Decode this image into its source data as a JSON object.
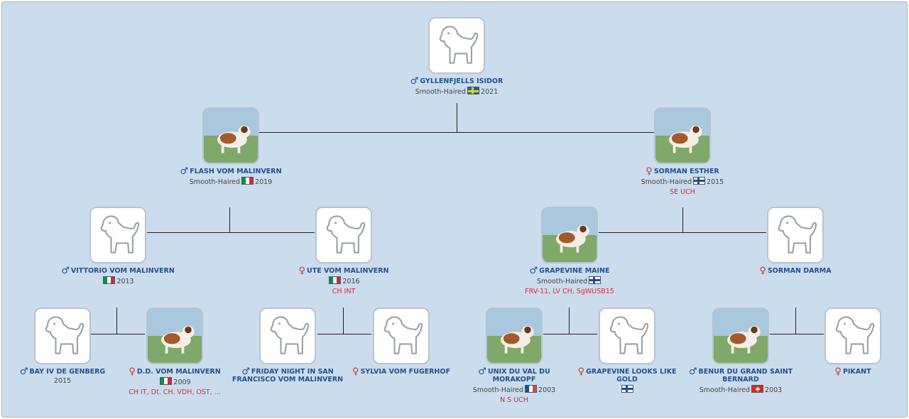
{
  "dogs": {
    "gyllenfjells_isidor": {
      "name": "GYLLENFJELLS ISIDOR",
      "sex": "♂",
      "variety": "Smooth-Haired",
      "flag": "flag-se",
      "year": "2021",
      "titles": ""
    },
    "flash_vom_malinvern": {
      "name": "FLASH VOM MALINVERN",
      "sex": "♂",
      "variety": "Smooth-Haired",
      "flag": "flag-it",
      "year": "2019",
      "titles": ""
    },
    "sorman_esther": {
      "name": "SORMAN ESTHER",
      "sex": "♀",
      "variety": "Smooth-Haired",
      "flag": "flag-fi",
      "year": "2015",
      "titles": "SE UCH"
    },
    "vittorio_vom_malinvern": {
      "name": "VITTORIO VOM MALINVERN",
      "sex": "♂",
      "variety": "",
      "flag": "flag-it",
      "year": "2013",
      "titles": ""
    },
    "ute_vom_malinvern": {
      "name": "UTE VOM MALINVERN",
      "sex": "♀",
      "variety": "",
      "flag": "flag-it",
      "year": "2016",
      "titles": "CH INT"
    },
    "grapevine_maine": {
      "name": "GRAPEVINE MAINE",
      "sex": "♂",
      "variety": "Smooth-Haired",
      "flag": "flag-fi",
      "year": "",
      "titles": "FRV-11, LV CH, SgWUSB15"
    },
    "sorman_darma": {
      "name": "SORMAN DARMA",
      "sex": "♀",
      "variety": "",
      "flag": "",
      "year": "",
      "titles": ""
    },
    "bay_iv_de_genberg": {
      "name": "BAY IV DE GENBERG",
      "sex": "♂",
      "variety": "",
      "flag": "",
      "year": "2015",
      "titles": ""
    },
    "dd_vom_malinvern": {
      "name": "D.D. VOM MALINVERN",
      "sex": "♀",
      "variety": "",
      "flag": "flag-it",
      "year": "2009",
      "titles": "CH IT, Dt. CH. VDH, OST, ..."
    },
    "friday_night": {
      "name": "FRIDAY NIGHT IN SAN FRANCISCO VOM MALINVERN",
      "sex": "♂",
      "variety": "",
      "flag": "",
      "year": "",
      "titles": ""
    },
    "sylvia_vom_fugerhof": {
      "name": "SYLVIA VOM FUGERHOF",
      "sex": "♀",
      "variety": "",
      "flag": "",
      "year": "",
      "titles": ""
    },
    "unix_du_val_du_morakopf": {
      "name": "UNIX DU VAL DU MORAKOPF",
      "sex": "♂",
      "variety": "Smooth-Haired",
      "flag": "flag-fr",
      "year": "2003",
      "titles": "N S UCH"
    },
    "grapevine_looks_like_gold": {
      "name": "GRAPEVINE LOOKS LIKE GOLD",
      "sex": "♀",
      "variety": "",
      "flag": "flag-fi",
      "year": "",
      "titles": ""
    },
    "benur_du_grand_saint_bernard": {
      "name": "BENUR DU GRAND SAINT BERNARD",
      "sex": "♂",
      "variety": "Smooth-Haired",
      "flag": "flag-ch",
      "year": "2003",
      "titles": ""
    },
    "pikant": {
      "name": "PIKANT",
      "sex": "♀",
      "variety": "",
      "flag": "",
      "year": "",
      "titles": ""
    }
  }
}
